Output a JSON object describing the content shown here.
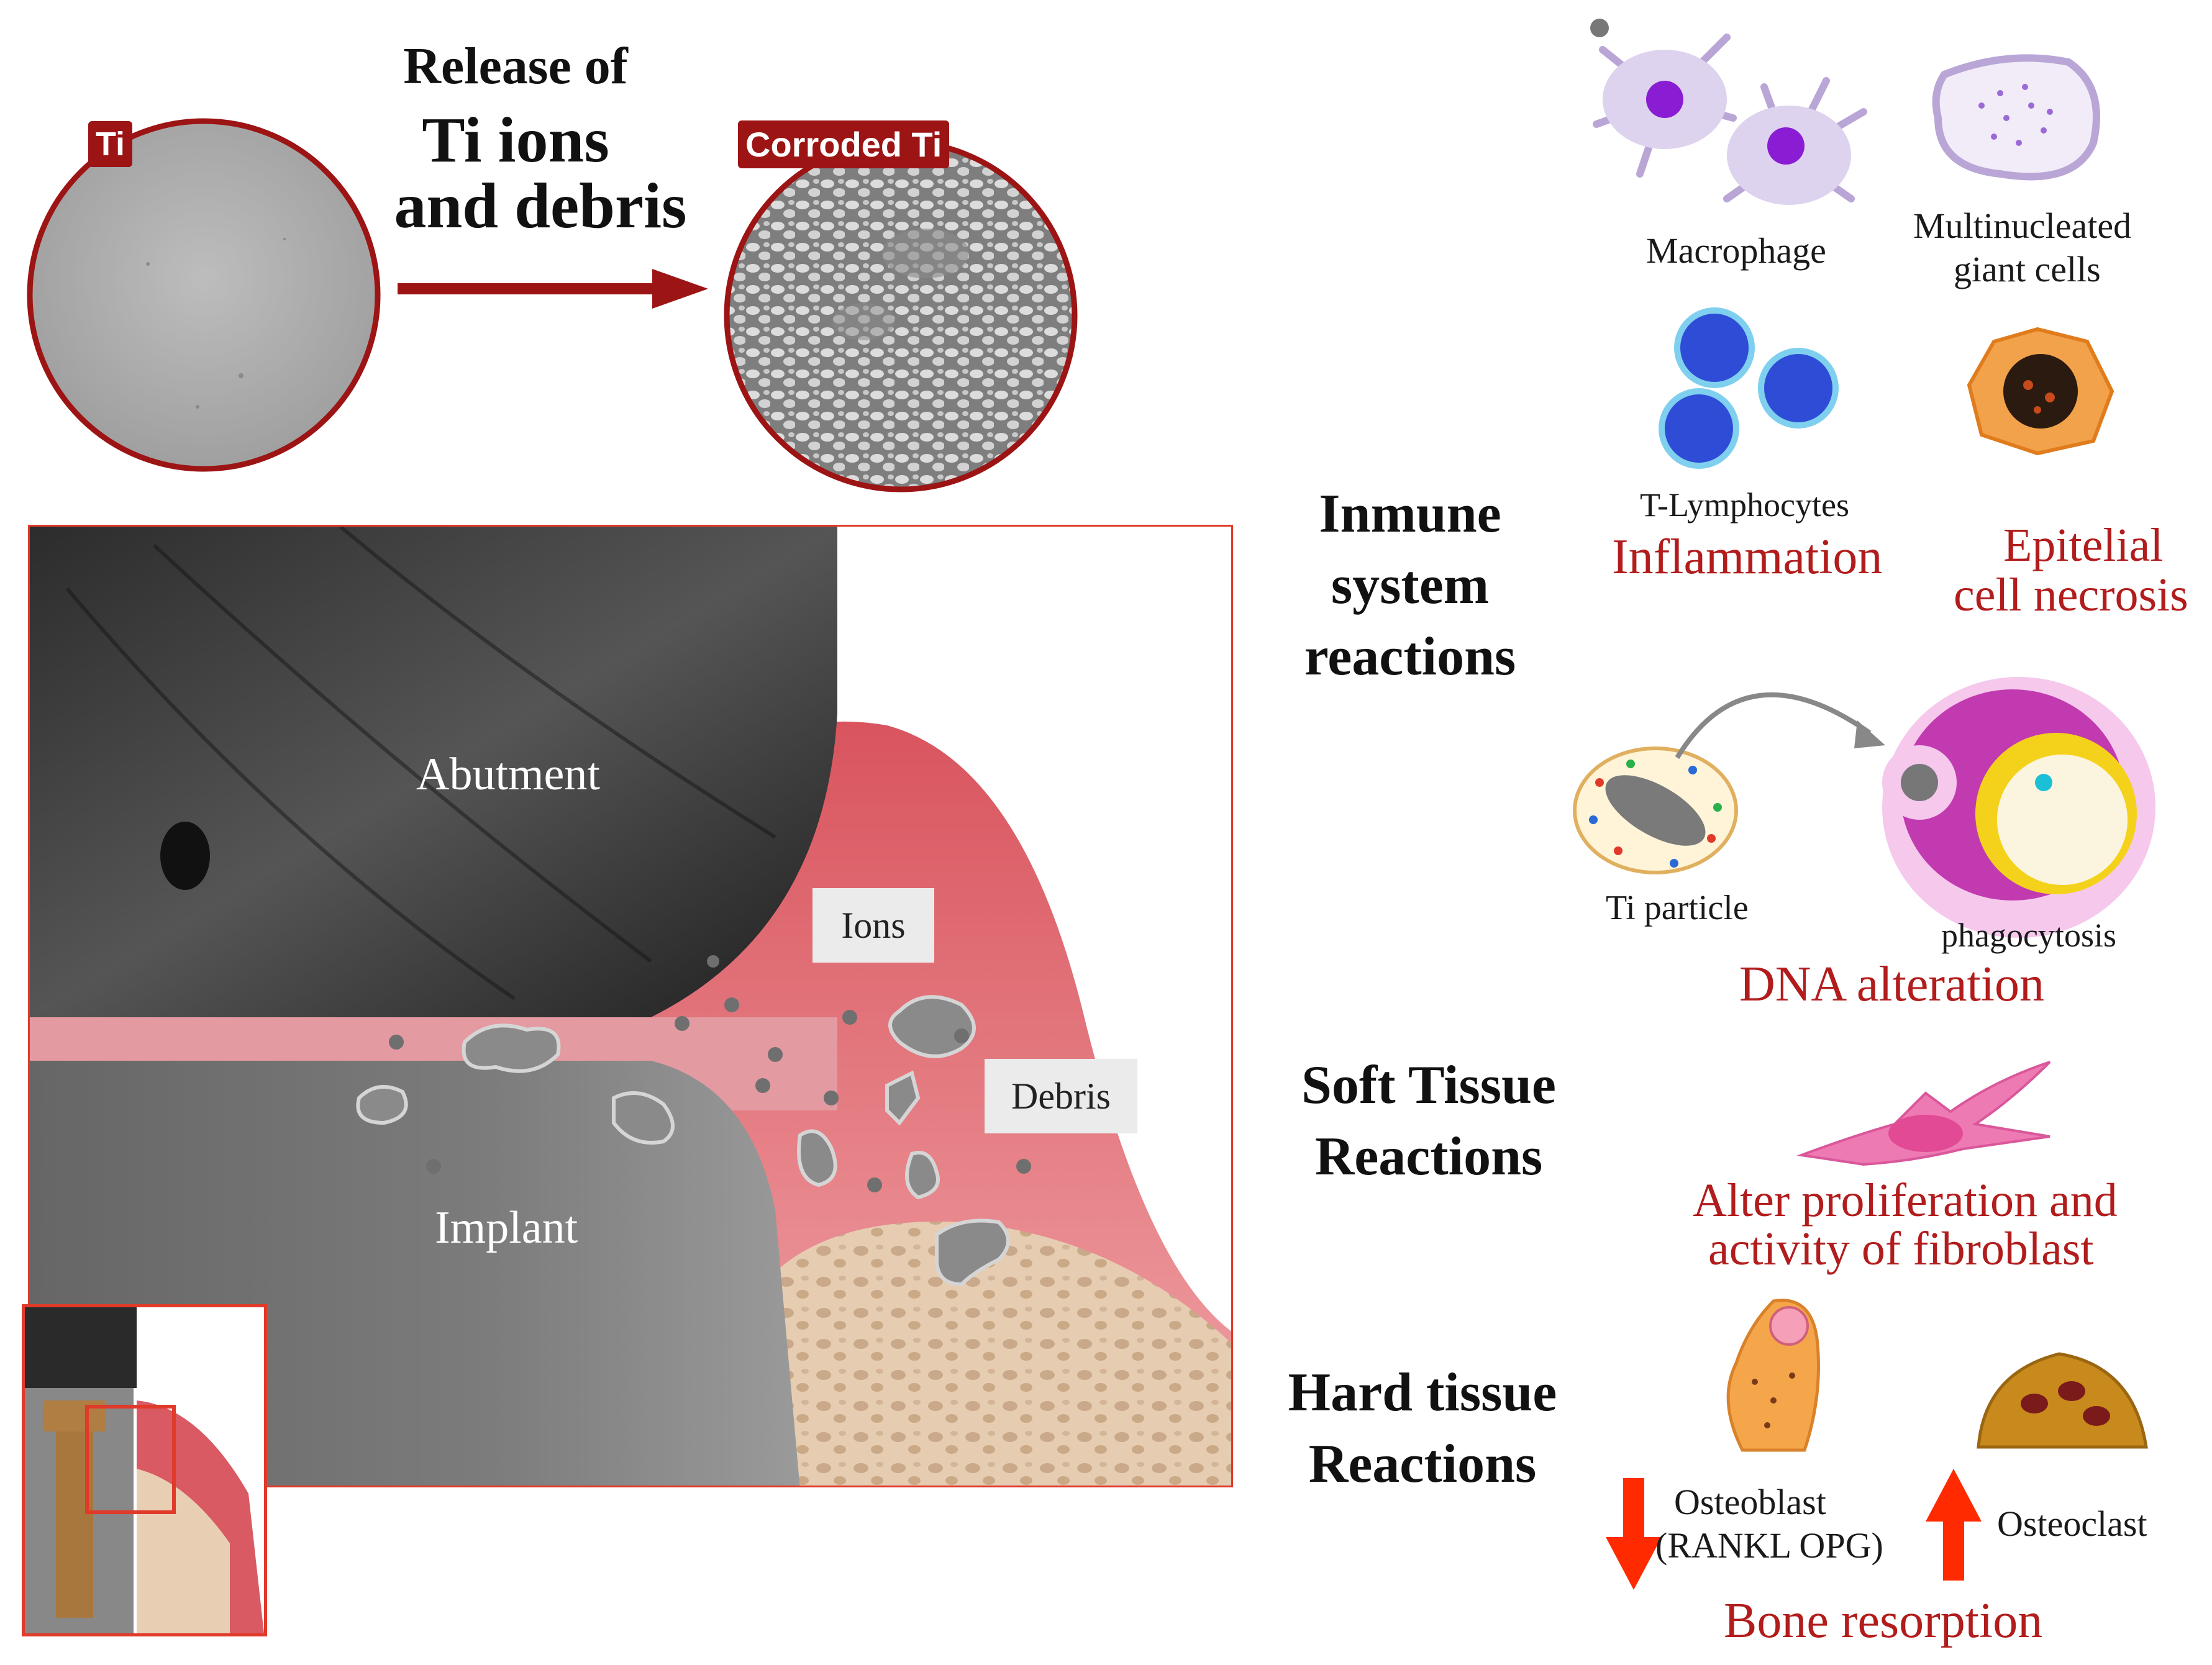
{
  "top": {
    "title_line1": "Release of",
    "title_line2": "Ti ions",
    "title_line3": "and debris",
    "tag_ti": "Ti",
    "tag_corroded": "Corroded Ti"
  },
  "scene": {
    "abutment": "Abutment",
    "implant": "Implant",
    "ions": "Ions",
    "debris": "Debris"
  },
  "sections": {
    "immune_l1": "Inmune",
    "immune_l2": "system",
    "immune_l3": "reactions",
    "soft_l1": "Soft Tissue",
    "soft_l2": "Reactions",
    "hard_l1": "Hard tissue",
    "hard_l2": "Reactions"
  },
  "immune": {
    "macrophage": "Macrophage",
    "giant_l1": "Multinucleated",
    "giant_l2": "giant cells",
    "tlymph": "T-Lymphocytes",
    "inflammation": "Inflammation",
    "epitelial_l1": "Epitelial",
    "epitelial_l2": "cell necrosis",
    "ti_particle": "Ti particle",
    "phagocytosis": "phagocytosis",
    "dna": "DNA alteration"
  },
  "soft": {
    "line1": "Alter proliferation and",
    "line2": "activity of fibroblast"
  },
  "hard": {
    "osteoblast": "Osteoblast",
    "rankl": "(RANKL OPG)",
    "osteoclast": "Osteoclast",
    "resorption": "Bone resorption"
  },
  "colors": {
    "dark_red": "#9c1414",
    "label_red": "#b21c1c",
    "arrow_red": "#ff2a00",
    "gum_pink": "#e57b83",
    "bone": "#e8cfb4"
  }
}
